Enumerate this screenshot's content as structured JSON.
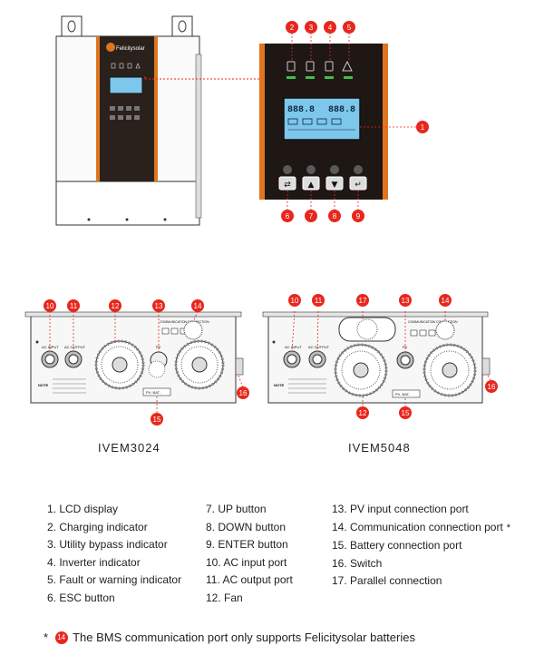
{
  "brand": {
    "name": "Felicitysolar",
    "accent_color": "#e8271d",
    "panel_orange": "#e0751f"
  },
  "models": {
    "left": "IVEM3024",
    "right": "IVEM5048"
  },
  "lcd": {
    "left_value": "888.8",
    "right_value": "888.8"
  },
  "rear_labels": {
    "ac_input": "AC INPUT",
    "ac_output": "AC OUTPUT",
    "pv": "PV",
    "communication": "COMMUNICATION CONNECTION",
    "battery": "BATTERY",
    "note": "NOTE",
    "battery_terminals": "PV- BAT-",
    "note_lines": [
      "1. Don't connect PV panels with the ground",
      "2. Make sure the ground wire is connected",
      "3. Make sure battery wires are in correct connection. Don't connect in reverse."
    ],
    "comm_ports": [
      "RS485",
      "CAN",
      "DRY"
    ]
  },
  "callouts": {
    "front": [
      "1",
      "2",
      "3",
      "4",
      "5",
      "6",
      "7",
      "8",
      "9"
    ],
    "rear_left": [
      "10",
      "11",
      "12",
      "13",
      "14",
      "15",
      "16"
    ],
    "rear_right": [
      "10",
      "11",
      "17",
      "13",
      "14",
      "12",
      "15",
      "16"
    ]
  },
  "legend": {
    "col1": [
      "1. LCD display",
      "2. Charging indicator",
      "3. Utility bypass indicator",
      "4. Inverter indicator",
      "5. Fault or warning indicator",
      "6. ESC button"
    ],
    "col2": [
      "7. UP button",
      "8. DOWN button",
      "9. ENTER button",
      "10. AC input port",
      "11. AC output port",
      "12. Fan"
    ],
    "col3": [
      "13. PV input connection port",
      "14. Communication connection port",
      "15. Battery connection port",
      "16. Switch",
      "17. Parallel connection"
    ],
    "star": "*"
  },
  "footnote": {
    "prefix": "*",
    "badge": "14",
    "text": "The BMS communication port only supports Felicitysolar batteries"
  }
}
